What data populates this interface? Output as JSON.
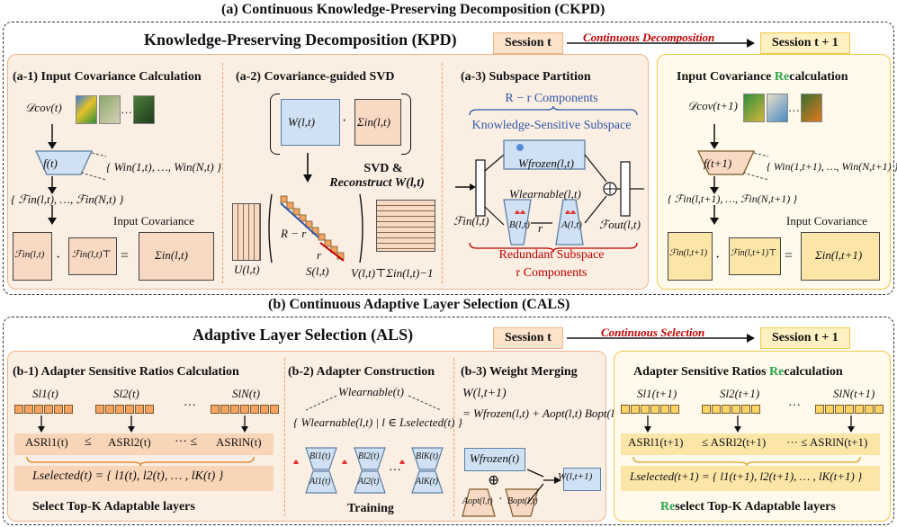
{
  "top": {
    "title": "(a) Continuous Knowledge-Preserving Decomposition (CKPD)",
    "kpd_title": "Knowledge-Preserving Decomposition (KPD)",
    "session_t": "Session t",
    "session_t1": "Session t + 1",
    "arrow_label": "Continuous Decomposition",
    "a1": {
      "title": "(a-1) Input Covariance Calculation",
      "dcov": "𝒟cov(t)",
      "f": "f(t)",
      "weights": "{ Win(1,t), …, Win(N,t) }",
      "features": "{ ℱin(l,t), …, ℱin(N,t) }",
      "caption": "Input Covariance",
      "fin": "ℱin(l,t)",
      "fint": "ℱin(l,t)⊤",
      "sigma": "Σin(l,t)",
      "dot": "·",
      "eq": "="
    },
    "a2": {
      "title": "(a-2) Covariance-guided SVD",
      "w": "W(l,t)",
      "dot": "·",
      "sigma": "Σin(l,t)",
      "svd1": "SVD &",
      "svd2": "Reconstruct W(l,t)",
      "u": "U(l,t)",
      "s": "S(l,t)",
      "rminus": "R − r",
      "r": "r",
      "v": "V(l,t)⊤Σin(l,t)−1"
    },
    "a3": {
      "title": "(a-3) Subspace Partition",
      "rr_comp": "R − r Components",
      "ks": "Knowledge-Sensitive Subspace",
      "frozen": "Wfrozen(l,t)",
      "learnable": "Wlearnable(l,t)",
      "b": "B(l,t)",
      "a": "A(l,t)",
      "r": "r",
      "fin": "ℱin(l,t)",
      "fout": "ℱout(l,t)",
      "redundant": "Redundant Subspace",
      "r_comp": "r Components",
      "plus": "⊕"
    },
    "recalc": {
      "title_pre": "Input Covariance ",
      "title_hi": "Re",
      "title_post": "calculation",
      "dcov": "𝒟cov(t+1)",
      "f": "f(t+1)",
      "weights": "{ Win(1,t+1), …, Win(N,t+1) }",
      "features": "{ ℱin(l,t+1), …, ℱin(N,t+1) }",
      "caption": "Input Covariance",
      "fin": "ℱin(l,t+1)",
      "fint": "ℱin(l,t+1)⊤",
      "sigma": "Σin(l,t+1)",
      "dot": "·",
      "eq": "=",
      "dots": "…"
    }
  },
  "bottom": {
    "title": "(b) Continuous Adaptive Layer Selection (CALS)",
    "als_title": "Adaptive Layer Selection (ALS)",
    "session_t": "Session t",
    "session_t1": "Session t + 1",
    "arrow_label": "Continuous Selection",
    "b1": {
      "title": "(b-1) Adapter Sensitive Ratios Calculation",
      "s1": "Sl1(t)",
      "s2": "Sl2(t)",
      "sn": "SlN(t)",
      "dots": "···",
      "asr1": "ASRl1(t)",
      "le1": "≤",
      "asr2": "ASRl2(t)",
      "le2": "···  ≤",
      "asrn": "ASRlN(t)",
      "lsel": "Lselected(t) = { l1(t), l2(t), … , lK(t) }",
      "caption": "Select Top-K Adaptable layers"
    },
    "b2": {
      "title": "(b-2) Adapter Construction",
      "wl": "Wlearnable(t)",
      "set": "{ Wlearnable(l,t) | l ∈ Lselected(t) }",
      "adapters": [
        {
          "b": "Bl1(t)",
          "a": "Al1(t)"
        },
        {
          "b": "Bl2(t)",
          "a": "Al2(t)"
        },
        {
          "b": "BlK(t)",
          "a": "AlK(t)"
        }
      ],
      "dots": "···",
      "caption": "Training"
    },
    "b3": {
      "title": "(b-3) Weight Merging",
      "eq1": "W(l,t+1)",
      "eq2": "= Wfrozen(l,t) + Aopt(l,t) Bopt(l,t)",
      "frozen": "Wfrozen(t)",
      "plus": "⊕",
      "aopt": "Aopt(l,t)",
      "dot": "·",
      "bopt": "Bopt(l,t)",
      "w": "W(l,t+1)"
    },
    "recalc": {
      "title_pre": "Adapter Sensitive Ratios ",
      "title_hi": "Re",
      "title_post": "calculation",
      "s1": "Sl1(t+1)",
      "s2": "Sl2(t+1)",
      "sn": "SlN(t+1)",
      "dots": "···",
      "asr1": "ASRl1(t+1)",
      "le1": "≤ ASRl2(t+1)",
      "le2": "··· ≤ ASRlN(t+1)",
      "lsel": "Lselected(t+1) = { l1(t+1), l2(t+1), … , lK(t+1) }",
      "cap_hi": "Re",
      "cap_post": "select Top-K Adaptable layers"
    }
  },
  "colors": {
    "peach_bg": "#fbeee2",
    "peach_border": "#f0b48a",
    "yellow_bg": "#fffaeb",
    "yellow_border": "#f2c94c",
    "red": "#c00000",
    "blue": "#2f57a8",
    "green": "#2aa34a"
  }
}
